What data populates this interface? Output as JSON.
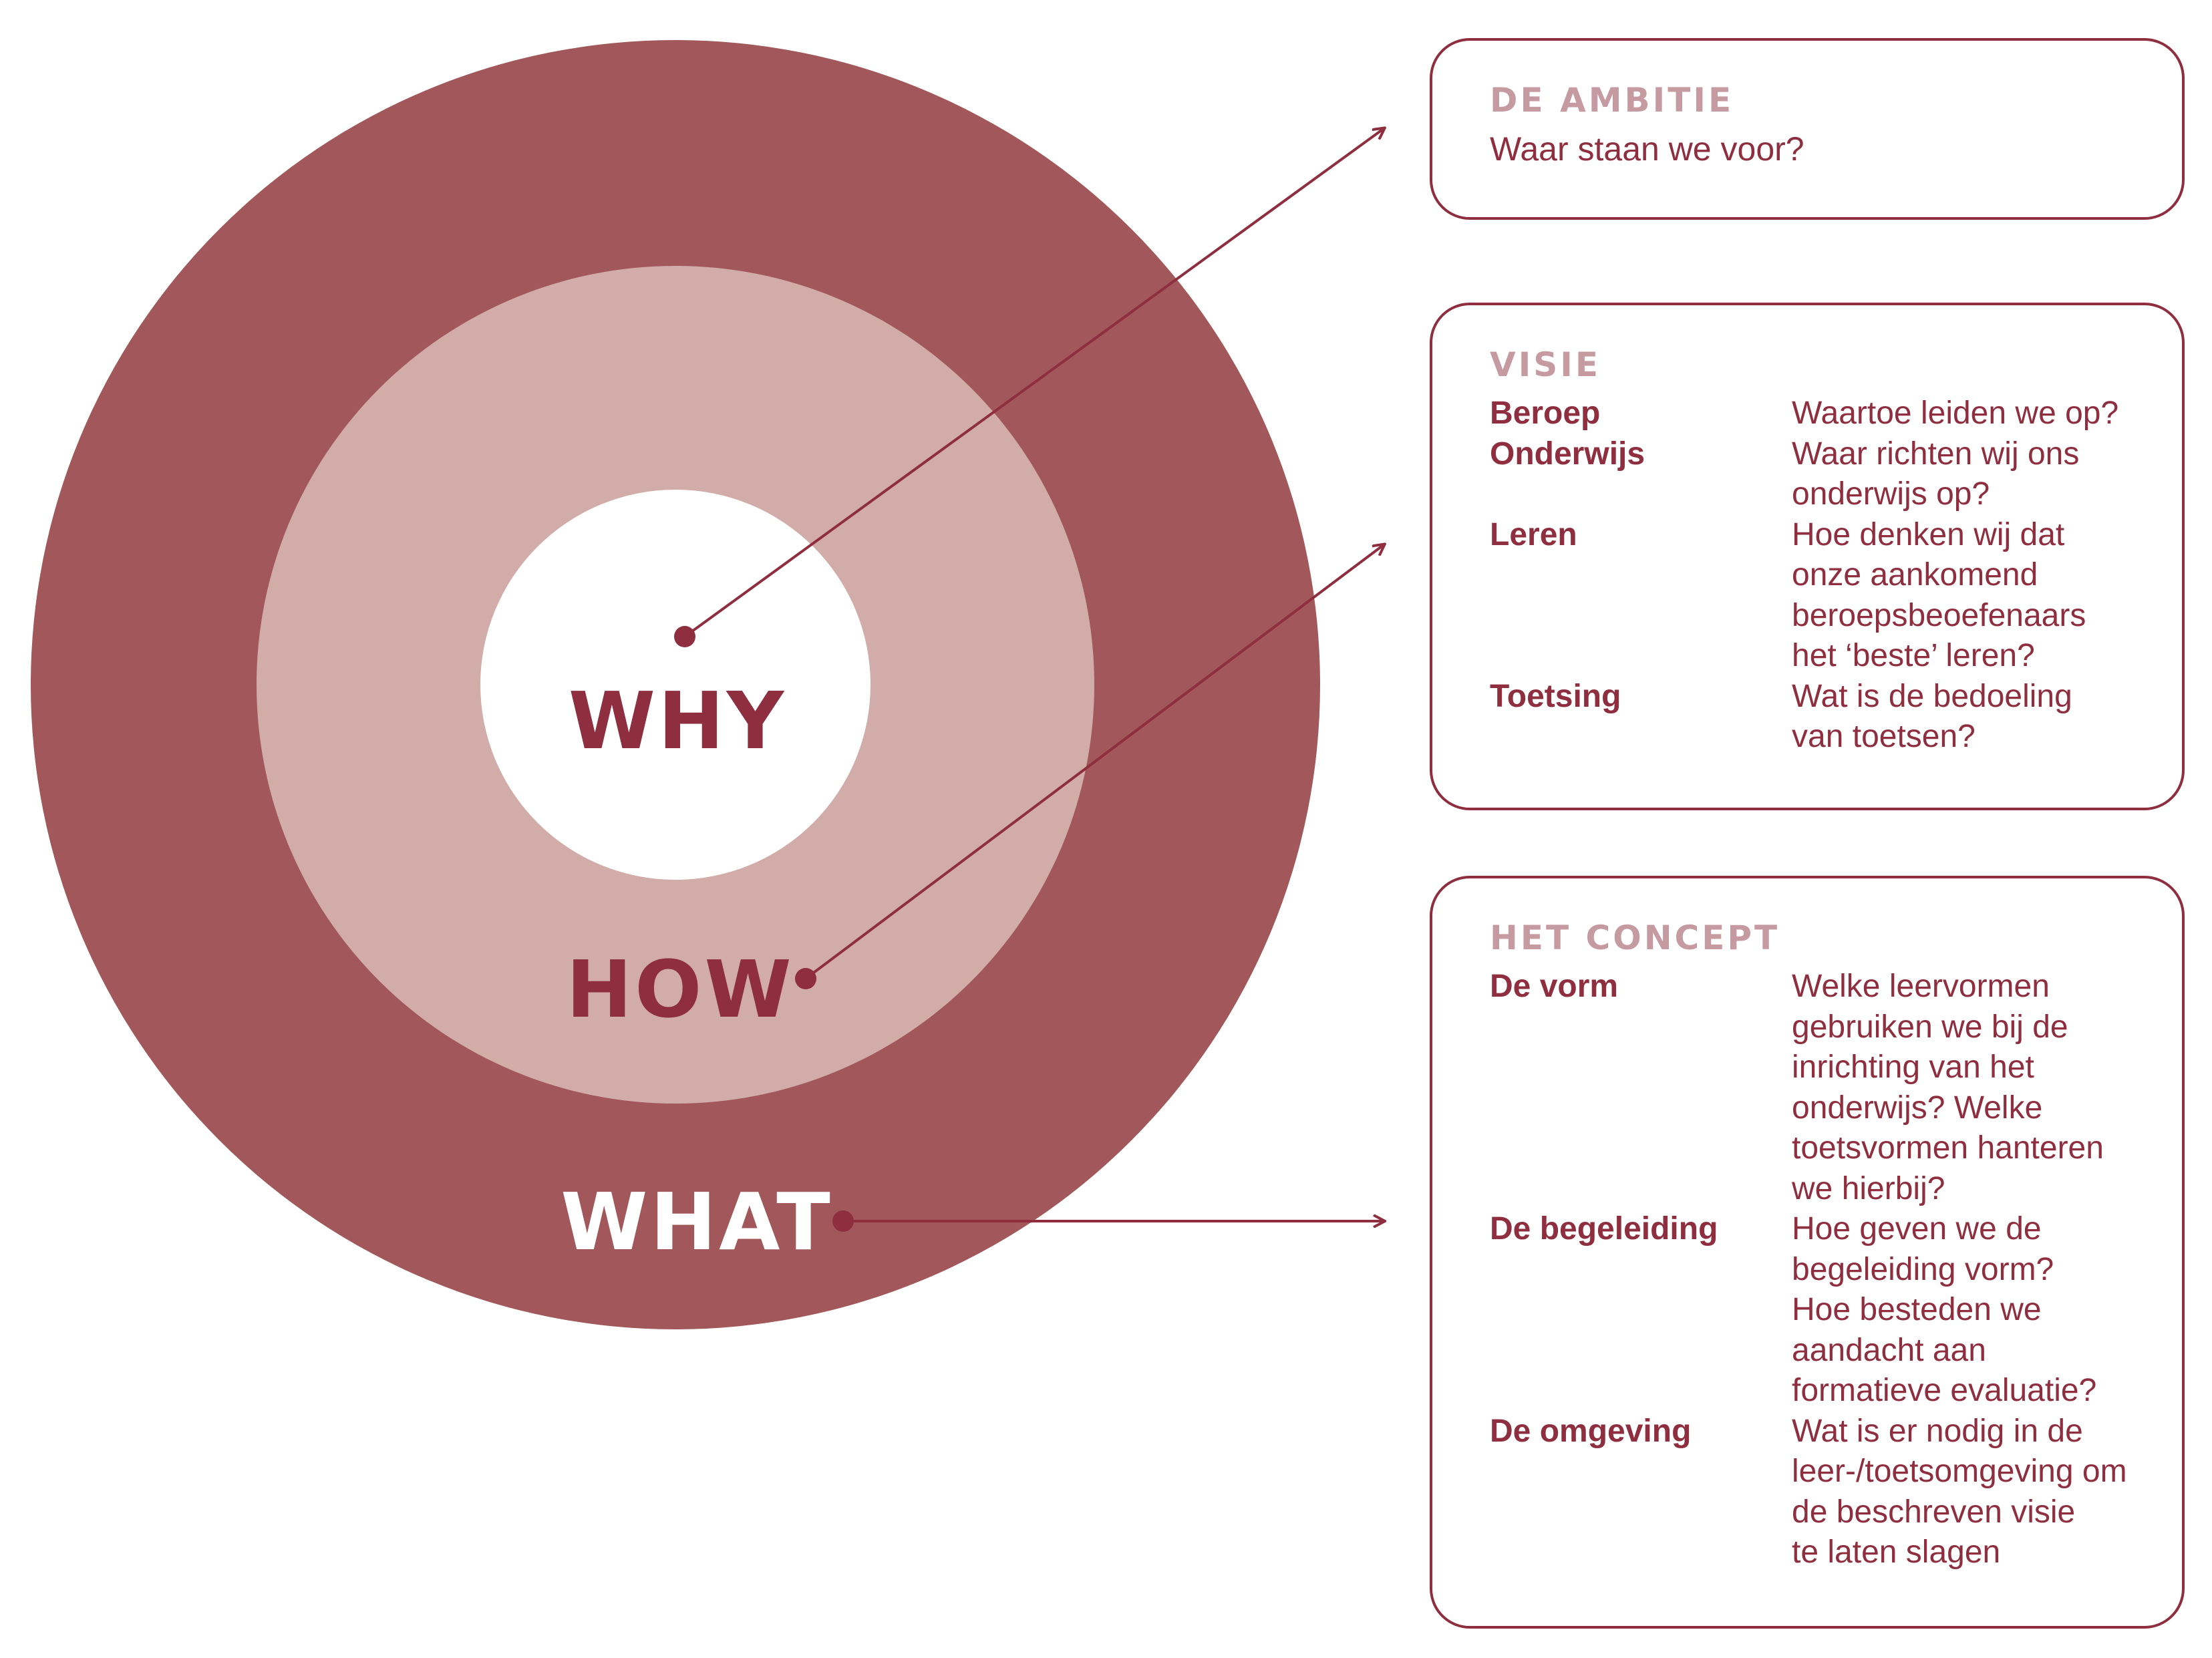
{
  "colors": {
    "outer": "#a2585a",
    "middle": "#d2aca9",
    "inner": "#ffffff",
    "accent": "#8e2e3f",
    "title": "#c59aa0"
  },
  "rings": {
    "why": "WHY",
    "how": "HOW",
    "what": "WHAT"
  },
  "boxes": {
    "ambitie": {
      "title": "DE AMBITIE",
      "subtitle": "Waar staan we voor?"
    },
    "visie": {
      "title": "VISIE",
      "rows": [
        {
          "term": "Beroep",
          "desc": "Waartoe leiden we op?"
        },
        {
          "term": "Onderwijs",
          "desc": "Waar richten wij ons\nonderwijs op?"
        },
        {
          "term": "Leren",
          "desc": "Hoe denken wij dat\nonze aankomend\nberoepsbeoefenaars\nhet ‘beste’ leren?"
        },
        {
          "term": "Toetsing",
          "desc": "Wat is de bedoeling\nvan toetsen?"
        }
      ]
    },
    "concept": {
      "title": "HET CONCEPT",
      "rows": [
        {
          "term": "De vorm",
          "desc": "Welke leervormen\ngebruiken we bij de\ninrichting van het\nonderwijs? Welke\ntoetsvormen hanteren\nwe hierbij?"
        },
        {
          "term": "De begeleiding",
          "desc": "Hoe geven we de\nbegeleiding vorm?\nHoe besteden we\naandacht aan\nformatieve evaluatie?"
        },
        {
          "term": "De omgeving",
          "desc": "Wat is er nodig in de\nleer-/toetsomgeving om\nde beschreven visie\nte laten slagen"
        }
      ]
    }
  }
}
